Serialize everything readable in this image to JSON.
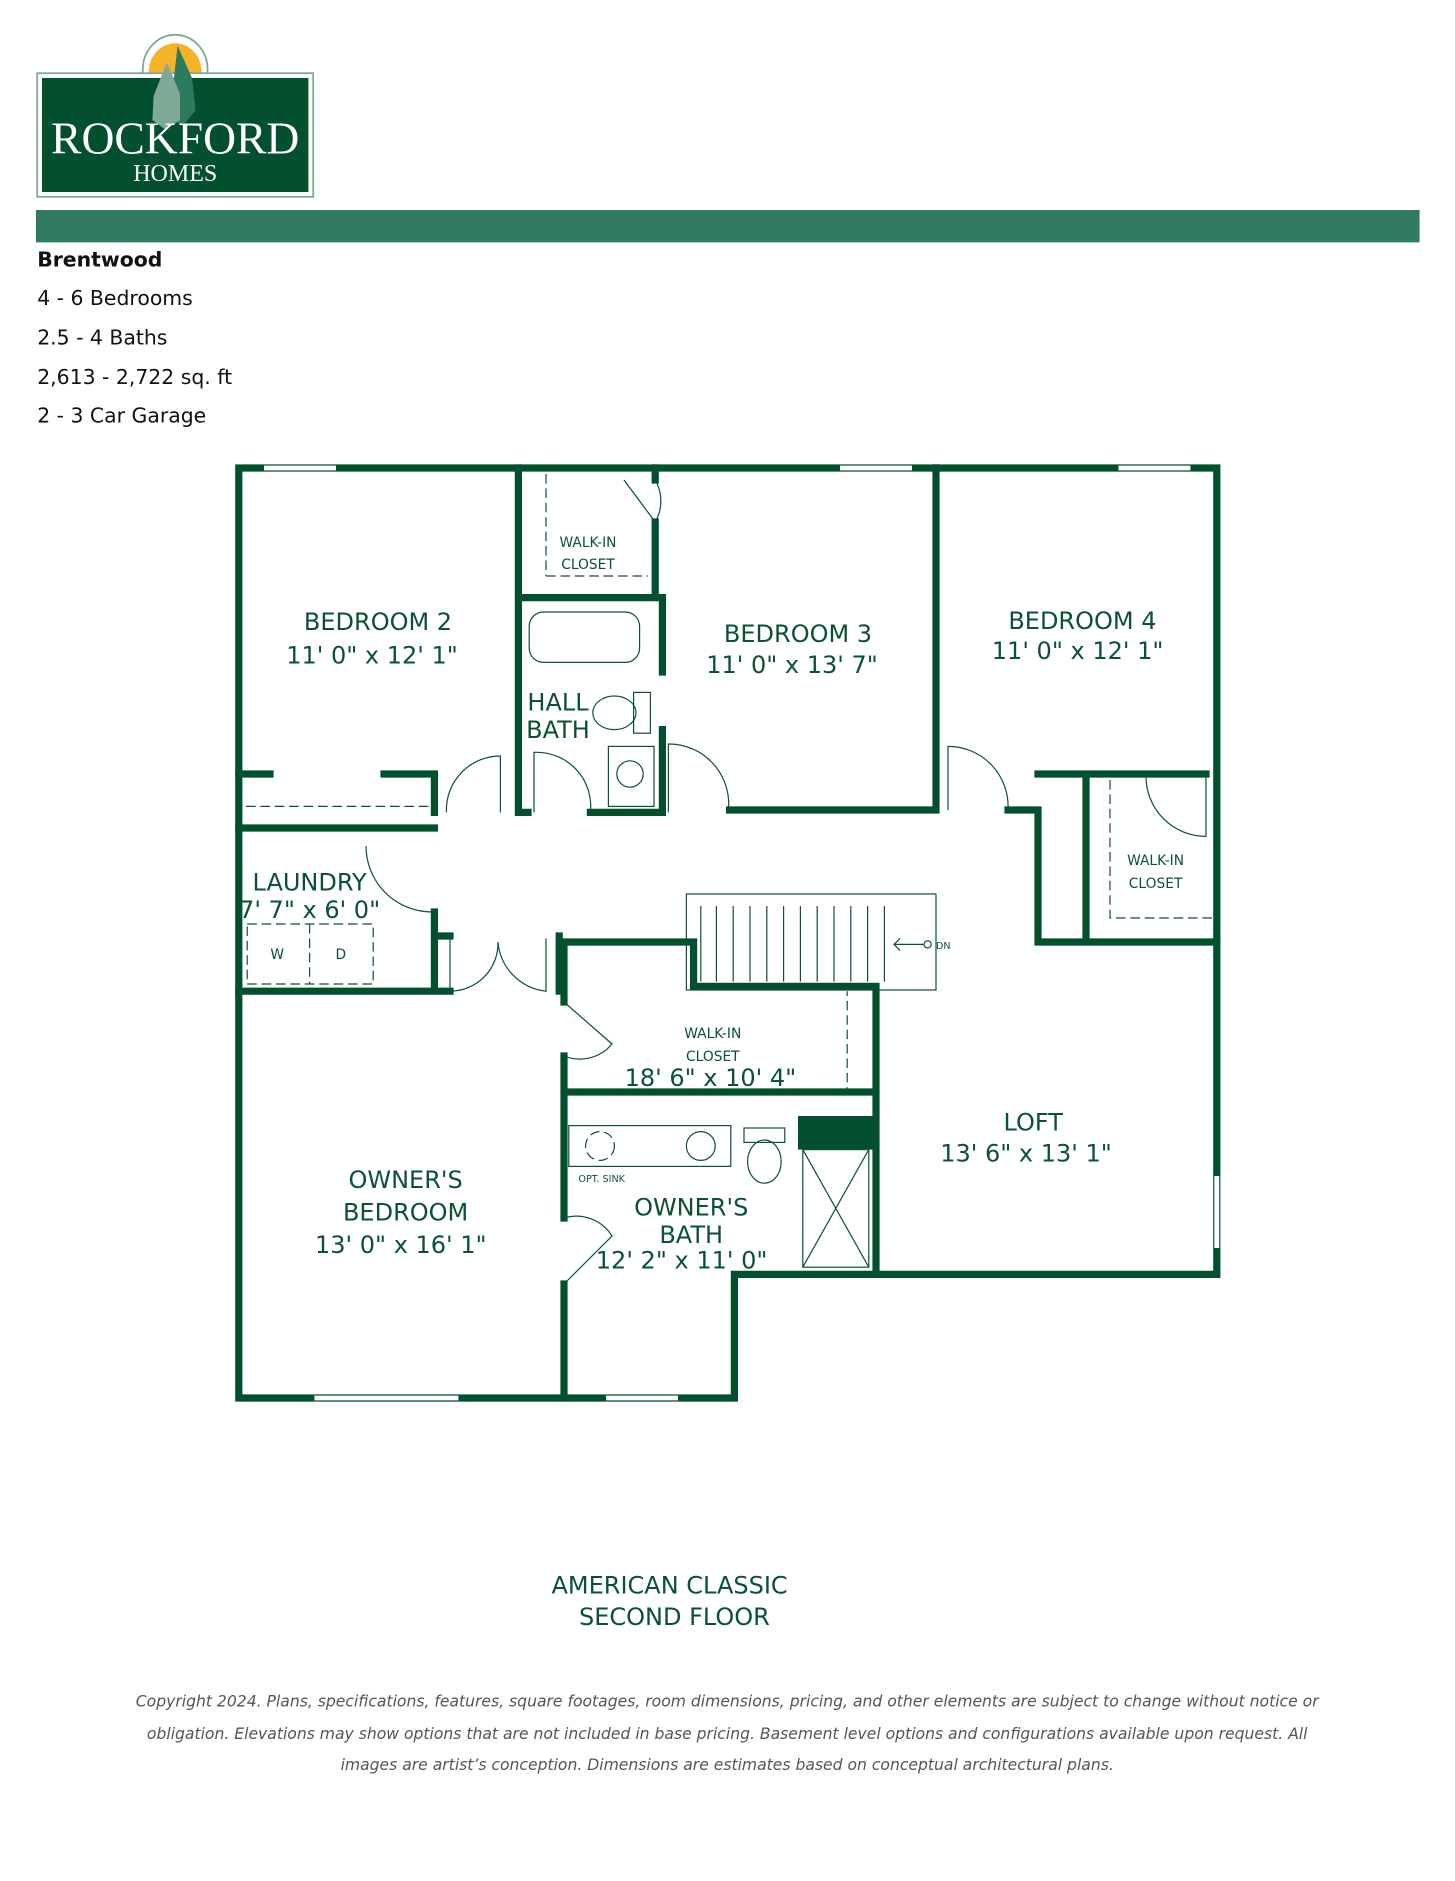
{
  "logo": {
    "brand": "ROCKFORD",
    "sub": "HOMES",
    "colors": {
      "green": "#03502e",
      "sun": "#f5b427",
      "tree_light": "#7fa996",
      "tree_dark": "#2e7a5f"
    }
  },
  "banner_color": "#307b62",
  "plan_info": {
    "name": "Brentwood",
    "bedrooms": "4 - 6 Bedrooms",
    "baths": "2.5 - 4 Baths",
    "sqft": "2,613 - 2,722 sq. ft",
    "garage": "2 - 3 Car Garage"
  },
  "rooms": {
    "bedroom2": {
      "name": "BEDROOM 2",
      "dim": "11' 0\" x 12' 1\""
    },
    "closet1": {
      "l1": "WALK-IN",
      "l2": "CLOSET"
    },
    "hall_bath": {
      "l1": "HALL",
      "l2": "BATH"
    },
    "bedroom3": {
      "name": "BEDROOM 3",
      "dim": "11' 0\" x 13' 7\""
    },
    "bedroom4": {
      "name": "BEDROOM 4",
      "dim": "11' 0\" x 12' 1\""
    },
    "closet4": {
      "l1": "WALK-IN",
      "l2": "CLOSET"
    },
    "laundry": {
      "name": "LAUNDRY",
      "dim": "7' 7\" x 6' 0\"",
      "washer": "W",
      "dryer": "D"
    },
    "stairs": {
      "label": "DN"
    },
    "owner_closet": {
      "l1": "WALK-IN",
      "l2": "CLOSET",
      "dim": "18' 6\" x 10' 4\""
    },
    "loft": {
      "name": "LOFT",
      "dim": "13' 6\" x 13' 1\""
    },
    "owner_bedroom": {
      "l1": "OWNER'S",
      "l2": "BEDROOM",
      "dim": "13' 0\" x 16' 1\""
    },
    "owner_bath": {
      "l1": "OWNER'S",
      "l2": "BATH",
      "dim": "12' 2\" x 11' 0\"",
      "opt_sink": "OPT. SINK"
    }
  },
  "elevation": {
    "l1": "AMERICAN CLASSIC",
    "l2": "SECOND FLOOR"
  },
  "footer": {
    "l1": "Copyright 2024. Plans, specifications, features, square footages, room dimensions, pricing, and other elements are subject to change without notice or",
    "l2": "obligation. Elevations may show options that are not included in base pricing. Basement level options and configurations available upon request. All",
    "l3": "images are artist’s conception. Dimensions are estimates based on conceptual architectural plans."
  }
}
